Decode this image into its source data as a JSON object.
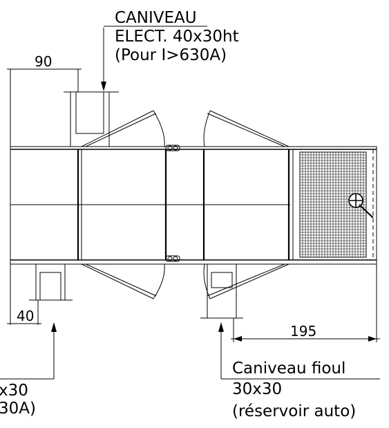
{
  "labels": {
    "top_caniveau": "CANIVEAU",
    "top_elect": "ELECT. 40x30ht",
    "top_pour": "(Pour I>630A)",
    "bottom_left_line1": "x30",
    "bottom_left_line2": "30A)",
    "bottom_right_line1": "Caniveau fioul",
    "bottom_right_line2": "30x30",
    "bottom_right_line3": "(réservoir auto)"
  },
  "dimensions": {
    "top_left": "90",
    "bottom_left": "40",
    "bottom_right": "195"
  },
  "colors": {
    "ink": "#000000",
    "background": "#ffffff"
  }
}
